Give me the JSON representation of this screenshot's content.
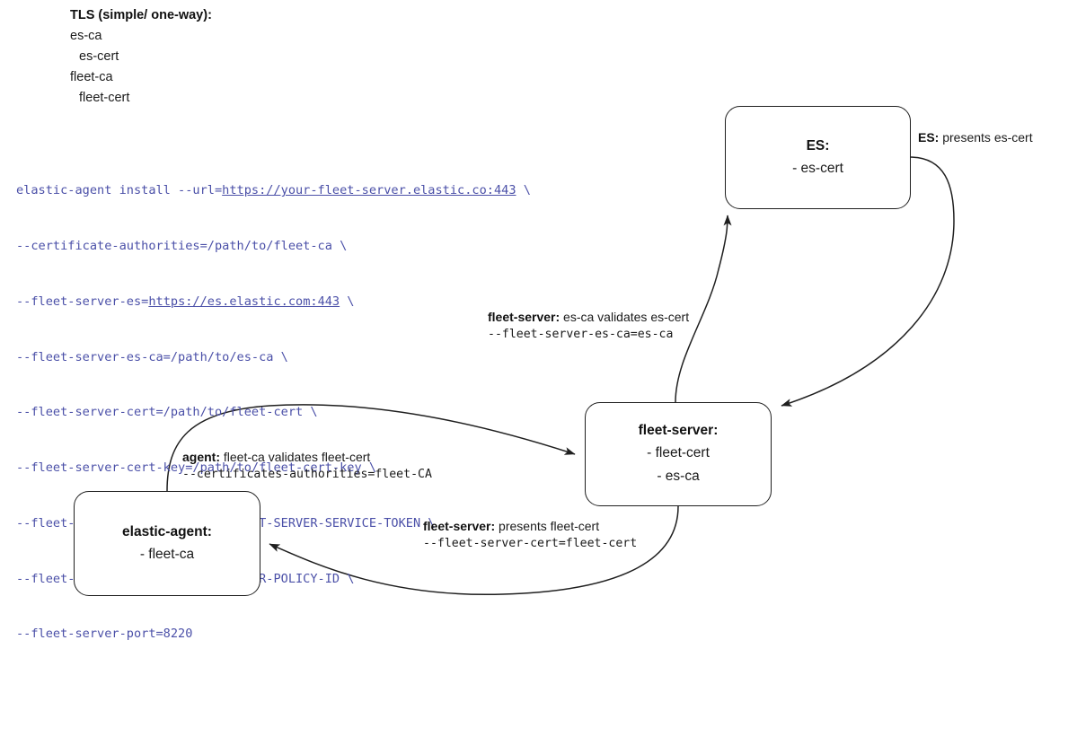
{
  "notes": {
    "title": "TLS (simple/ one-way):",
    "lines": [
      {
        "text": "es-ca",
        "indent": false
      },
      {
        "text": "es-cert",
        "indent": true
      },
      {
        "text": "fleet-ca",
        "indent": false
      },
      {
        "text": "fleet-cert",
        "indent": true
      }
    ]
  },
  "command": {
    "lines": [
      {
        "pre": "elastic-agent install --url=",
        "link": "https://your-fleet-server.elastic.co:443",
        "post": " \\"
      },
      {
        "pre": "--certificate-authorities=/path/to/fleet-ca \\",
        "link": "",
        "post": ""
      },
      {
        "pre": "--fleet-server-es=",
        "link": "https://es.elastic.com:443",
        "post": " \\"
      },
      {
        "pre": "--fleet-server-es-ca=/path/to/es-ca \\",
        "link": "",
        "post": ""
      },
      {
        "pre": "--fleet-server-cert=/path/to/fleet-cert \\",
        "link": "",
        "post": ""
      },
      {
        "pre": "--fleet-server-cert-key=/path/to/fleet-cert-key \\",
        "link": "",
        "post": ""
      },
      {
        "pre": "--fleet-server-service-token=FLEET-SERVER-SERVICE-TOKEN \\",
        "link": "",
        "post": ""
      },
      {
        "pre": "--fleet-server-policy=FLEET-SERVER-POLICY-ID \\",
        "link": "",
        "post": ""
      },
      {
        "pre": "--fleet-server-port=8220",
        "link": "",
        "post": ""
      }
    ]
  },
  "nodes": {
    "es": {
      "title": "ES:",
      "lines": [
        "- es-cert"
      ]
    },
    "fleet_server": {
      "title": "fleet-server:",
      "lines": [
        "- fleet-cert",
        "- es-ca"
      ]
    },
    "elastic_agent": {
      "title": "elastic-agent:",
      "lines": [
        "- fleet-ca"
      ]
    }
  },
  "edges": {
    "es_presents": {
      "actor": "ES:",
      "text": " presents es-cert",
      "flag": ""
    },
    "fs_validates_escert": {
      "actor": "fleet-server:",
      "text": " es-ca validates es-cert",
      "flag": "--fleet-server-es-ca=es-ca"
    },
    "agent_validates_fleetcert": {
      "actor": "agent:",
      "text": " fleet-ca validates fleet-cert",
      "flag": "--certificates-authorities=fleet-CA"
    },
    "fs_presents_fleetcert": {
      "actor": "fleet-server:",
      "text": " presents fleet-cert",
      "flag": "--fleet-server-cert=fleet-cert"
    }
  },
  "colors": {
    "command_text": "#4b50a8",
    "stroke": "#1f1f1f",
    "background": "#ffffff"
  }
}
